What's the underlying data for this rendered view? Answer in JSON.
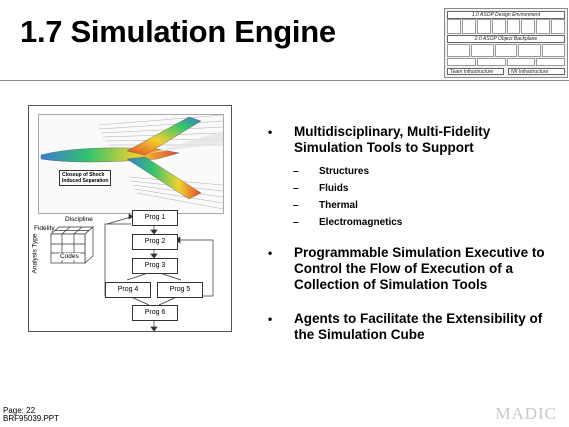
{
  "slide": {
    "title": "1.7 Simulation Engine"
  },
  "architecture_thumbnail": {
    "header": "1.0 ASOP Design Environment",
    "backplane": "2.0 ASOP Object Backplane",
    "team_infrastructure": "Team Infrastructure",
    "nii_infrastructure": "NII Infrastructure"
  },
  "figure": {
    "shock_label_line1": "Closeup of Shock",
    "shock_label_line2": "Induced Separation",
    "discipline": "Discipline",
    "fidelity": "Fidelity",
    "analysis_type": "Analysis Type",
    "codes": "Codes",
    "programs": [
      "Prog 1",
      "Prog 2",
      "Prog 3",
      "Prog 4",
      "Prog 5",
      "Prog 6"
    ]
  },
  "bullets": [
    {
      "text": "Multidisciplinary, Multi-Fidelity Simulation Tools to Support",
      "subitems": [
        "Structures",
        "Fluids",
        "Thermal",
        "Electromagnetics"
      ]
    },
    {
      "text": "Programmable Simulation Executive to Control the Flow of Execution of a Collection of Simulation Tools"
    },
    {
      "text": "Agents to Facilitate the Extensibility of the Simulation Cube"
    }
  ],
  "footer": {
    "page": "Page: 22",
    "file": "BRF95039.PPT",
    "brand": "MADIC"
  }
}
